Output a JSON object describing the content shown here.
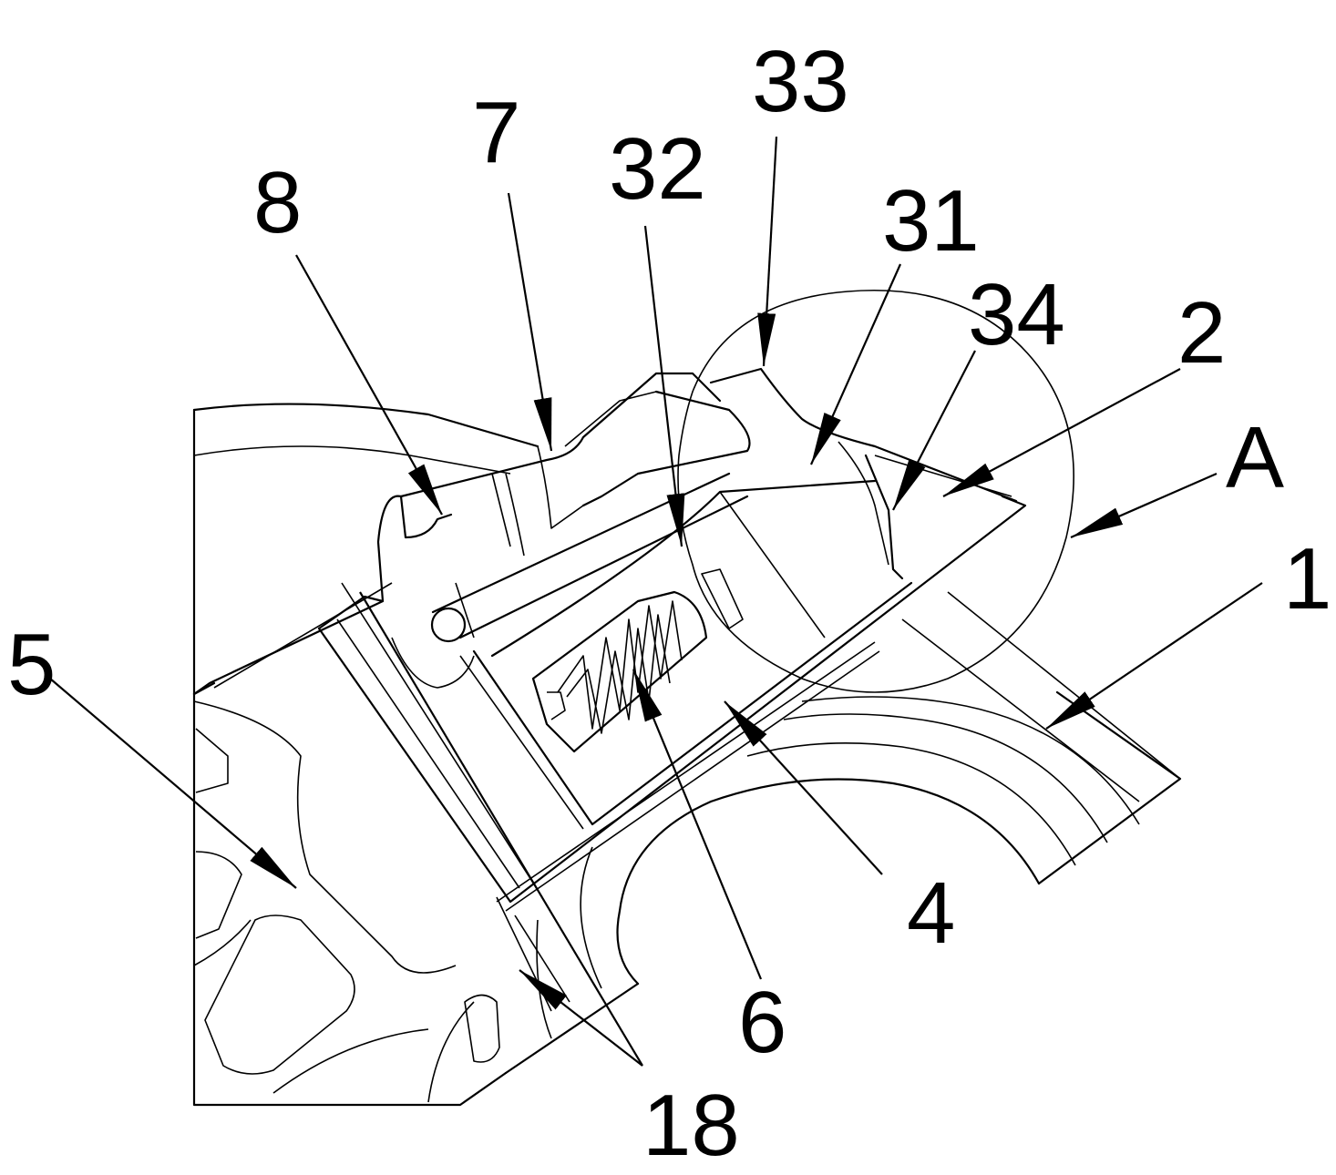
{
  "figure": {
    "stroke_color": "#000000",
    "background_color": "#ffffff"
  },
  "labels": {
    "l1": "1",
    "l2": "2",
    "lA": "A",
    "l4": "4",
    "l5": "5",
    "l6": "6",
    "l7": "7",
    "l8": "8",
    "l18": "18",
    "l31": "31",
    "l32": "32",
    "l33": "33",
    "l34": "34"
  }
}
